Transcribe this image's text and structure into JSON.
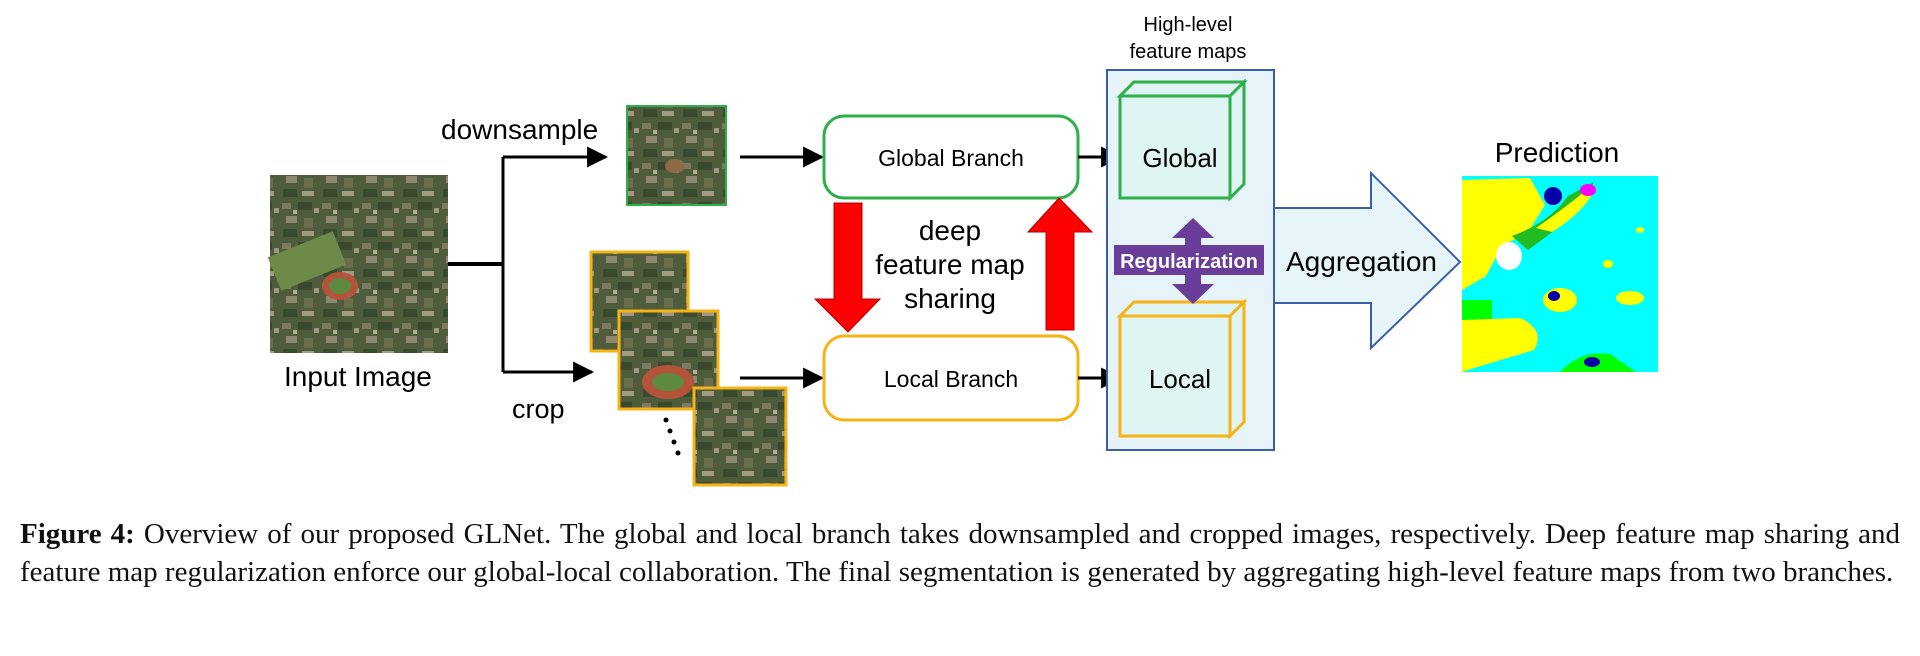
{
  "diagram": {
    "input_label": "Input Image",
    "downsample_label": "downsample",
    "crop_label": "crop",
    "global_branch_label": "Global Branch",
    "local_branch_label": "Local Branch",
    "sharing_line1": "deep",
    "sharing_line2": "feature map",
    "sharing_line3": "sharing",
    "feature_maps_line1": "High-level",
    "feature_maps_line2": "feature maps",
    "global_fm_label": "Global",
    "local_fm_label": "Local",
    "regularization_label": "Regularization",
    "aggregation_label": "Aggregation",
    "prediction_label": "Prediction",
    "colors": {
      "global": "#2db04a",
      "local": "#f5b316",
      "sharing_arrow": "#ff0000",
      "regularization": "#6a3d9a",
      "panel_fill": "#e6f3f8",
      "panel_border": "#3a5fa8",
      "cube_fill": "#dff5f3",
      "aggregation_fill": "#e6f6f8",
      "aggregation_border": "#3a5fa8"
    }
  },
  "caption": {
    "figure_label": "Figure 4:",
    "text": "Overview of our proposed GLNet. The global and local branch takes downsampled and cropped images, respectively. Deep feature map sharing and feature map regularization enforce our global-local collaboration. The final segmentation is generated by aggregating high-level feature maps from two branches."
  }
}
